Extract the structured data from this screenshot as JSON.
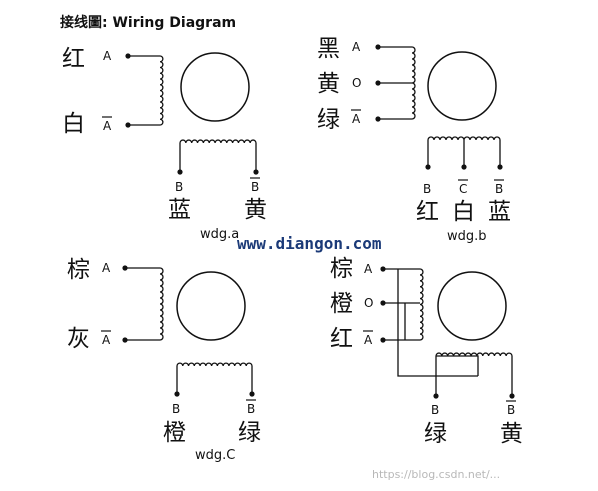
{
  "title": "接线圖: Wiring Diagram",
  "site_watermark": "www.diangon.com",
  "corner_watermark": "https://blog.csdn.net/...",
  "colors": {
    "ink": "#111111",
    "url": "#1b3a78"
  },
  "wdg_a": {
    "caption": "wdg.a",
    "wire_a": "红",
    "pin_a": "A",
    "wire_abar": "白",
    "pin_abar": "A",
    "pin_b": "B",
    "pin_bbar": "B",
    "wire_b": "蓝",
    "wire_bbar": "黄"
  },
  "wdg_b": {
    "caption": "wdg.b",
    "wire_a": "黑",
    "pin_a": "A",
    "wire_o": "黄",
    "pin_o": "O",
    "wire_abar": "绿",
    "pin_abar": "A",
    "pin_b": "B",
    "pin_c": "C",
    "pin_bbar": "B",
    "wire_b": "红",
    "wire_c": "白",
    "wire_bbar": "蓝"
  },
  "wdg_c": {
    "caption": "wdg.C",
    "wire_a": "棕",
    "pin_a": "A",
    "wire_abar": "灰",
    "pin_abar": "A",
    "pin_b": "B",
    "pin_bbar": "B",
    "wire_b": "橙",
    "wire_bbar": "绿"
  },
  "wdg_d": {
    "wire_a": "棕",
    "pin_a": "A",
    "wire_o": "橙",
    "pin_o": "O",
    "wire_abar": "红",
    "pin_abar": "A",
    "pin_b": "B",
    "pin_bbar": "B",
    "wire_b": "绿",
    "wire_bbar": "黄"
  }
}
